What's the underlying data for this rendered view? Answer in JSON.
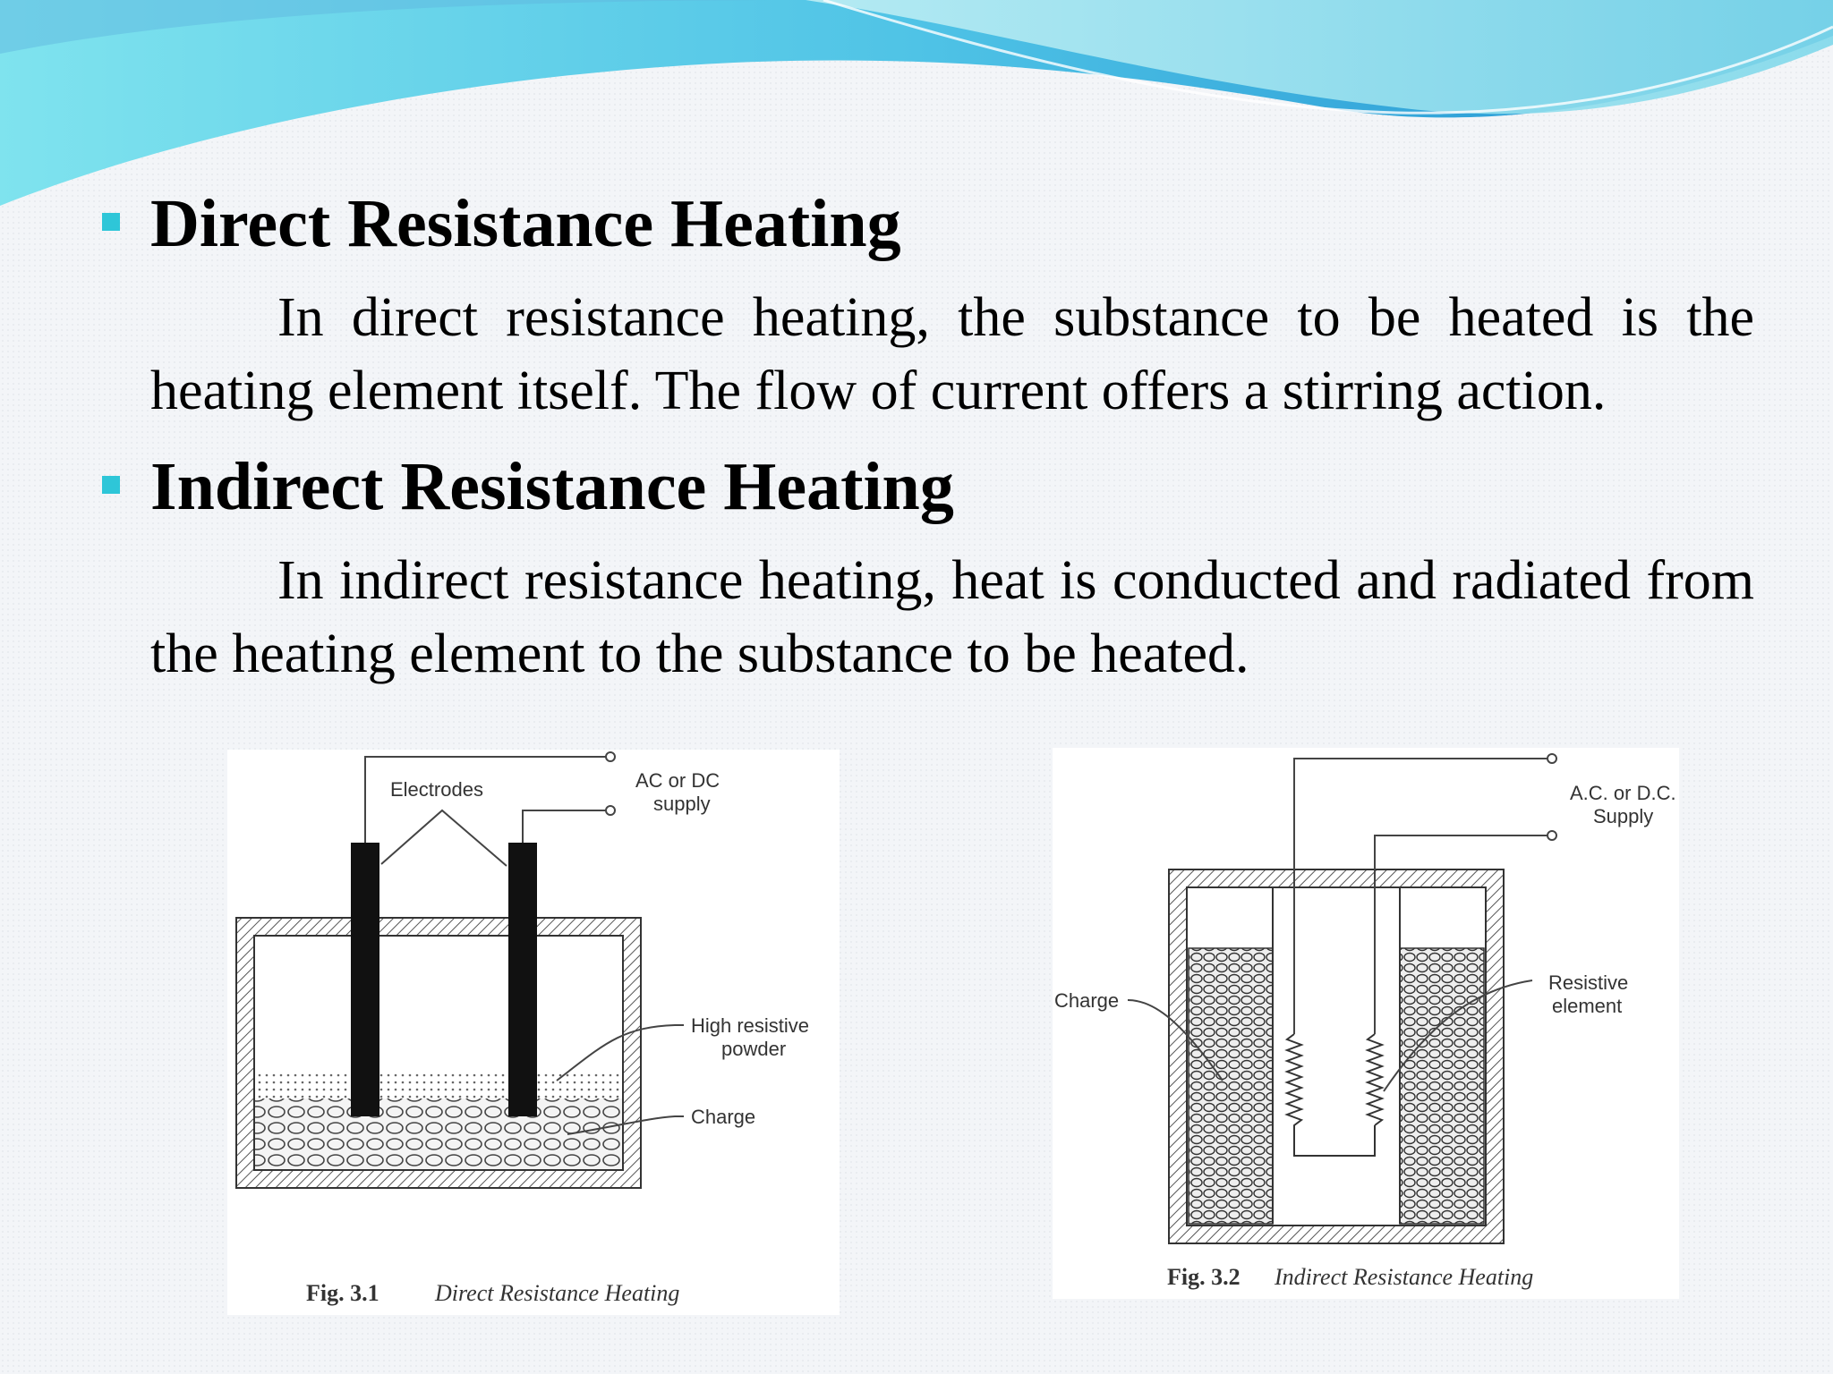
{
  "slide": {
    "items": [
      {
        "heading": "Direct Resistance Heating",
        "text": "In direct resistance heating, the substance to be heated is the heating element itself. The flow of current offers a stirring action."
      },
      {
        "heading": "Indirect Resistance Heating",
        "text": "In indirect resistance heating, heat is conducted and radiated from the heating element to the substance to be heated."
      }
    ]
  },
  "figures": {
    "fig1": {
      "labels": {
        "electrodes": "Electrodes",
        "supply_line1": "AC or DC",
        "supply_line2": "supply",
        "powder_line1": "High resistive",
        "powder_line2": "powder",
        "charge": "Charge"
      },
      "caption_number": "Fig. 3.1",
      "caption_title": "Direct Resistance Heating"
    },
    "fig2": {
      "labels": {
        "supply_line1": "A.C. or D.C.",
        "supply_line2": "Supply",
        "charge": "Charge",
        "element_line1": "Resistive",
        "element_line2": "element"
      },
      "caption_number": "Fig. 3.2",
      "caption_title": "Indirect Resistance Heating"
    }
  },
  "colors": {
    "bullet": "#2ec6d8",
    "wave_light": "#a8e6ef",
    "wave_dark": "#2aa7d6"
  }
}
